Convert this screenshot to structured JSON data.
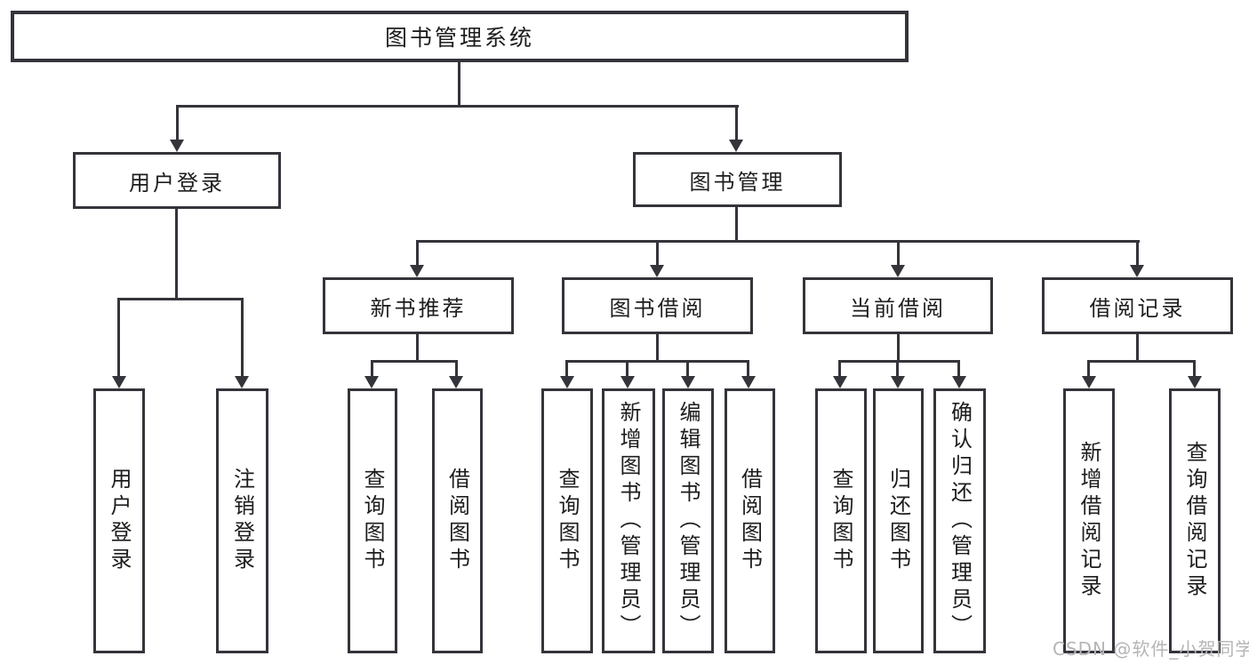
{
  "diagram_title": "图书管理系统",
  "nodes": {
    "root": {
      "label": "图书管理系统"
    },
    "user_login": {
      "label": "用户登录",
      "children": {
        "login": {
          "label": "用户登录"
        },
        "logout": {
          "label": "注销登录"
        }
      }
    },
    "book_mgmt": {
      "label": "图书管理",
      "children": {
        "new_books": {
          "label": "新书推荐",
          "children": {
            "query": {
              "label": "查询图书"
            },
            "borrow": {
              "label": "借阅图书"
            }
          }
        },
        "borrowing": {
          "label": "图书借阅",
          "children": {
            "query": {
              "label": "查询图书"
            },
            "add": {
              "label": "新增图书（管理员）"
            },
            "edit": {
              "label": "编辑图书（管理员）"
            },
            "borrow": {
              "label": "借阅图书"
            }
          }
        },
        "current": {
          "label": "当前借阅",
          "children": {
            "query": {
              "label": "查询图书"
            },
            "return": {
              "label": "归还图书"
            },
            "confirm": {
              "label": "确认归还（管理员）"
            }
          }
        },
        "records": {
          "label": "借阅记录",
          "children": {
            "add": {
              "label": "新增借阅记录"
            },
            "query": {
              "label": "查询借阅记录"
            }
          }
        }
      }
    }
  },
  "watermark": {
    "text": "CSDN @软件_小贺同学"
  },
  "colors": {
    "line": "#34343b",
    "border": "#34343b",
    "text": "#1d1d1f",
    "background": "#ffffff",
    "watermark": "#b5b5b5"
  }
}
